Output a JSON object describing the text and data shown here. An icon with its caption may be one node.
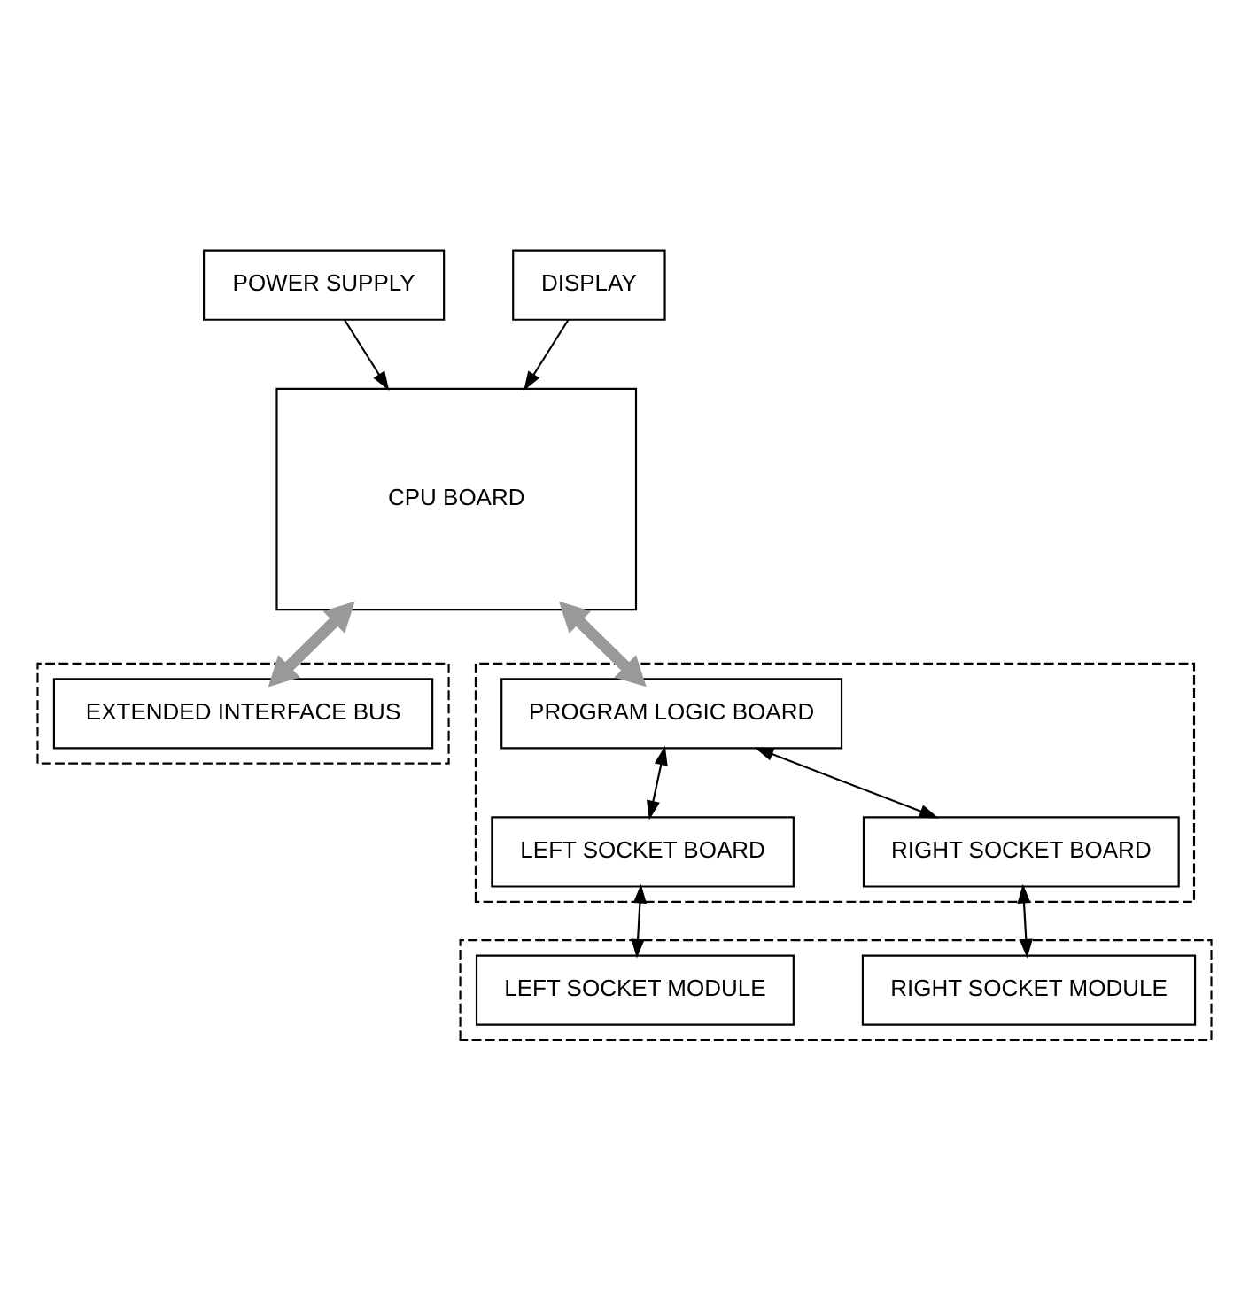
{
  "diagram": {
    "nodes": [
      {
        "text": [
          "POWER SUPPLY"
        ]
      },
      {
        "text": [
          "DISPLAY"
        ]
      },
      {
        "text": [
          "CPU BOARD"
        ]
      },
      {
        "text": [],
        "shape": "box"
      },
      {
        "text": [
          "EXTENDED INTERFACE BUS"
        ],
        "in": 3
      },
      {
        "text": [],
        "shape": "box"
      },
      {
        "text": [
          "PROGRAM LOGIC BOARD"
        ],
        "in": 5
      },
      {
        "text": [
          "LEFT SOCKET BOARD"
        ],
        "in": 5
      },
      {
        "text": [
          "RIGHT SOCKET BOARD"
        ],
        "in": 5
      },
      {
        "text": [],
        "shape": "box"
      },
      {
        "text": [
          "LEFT SOCKET MODULE"
        ],
        "in": 9
      },
      {
        "text": [
          "RIGHT SOCKET MODULE"
        ],
        "in": 9
      }
    ],
    "edges": [
      {
        "from": 0,
        "to": 2,
        "arrow": "to"
      },
      {
        "from": 1,
        "to": 2,
        "arrow": "to"
      },
      {
        "from": 2,
        "to": 4,
        "arrow": "both",
        "style": "thick",
        "color": "#999999"
      },
      {
        "from": 2,
        "to": 6,
        "arrow": "both",
        "style": "thick",
        "color": "#999999"
      },
      {
        "from": 6,
        "to": 7,
        "arrow": "both"
      },
      {
        "from": 6,
        "to": 8,
        "arrow": "both"
      },
      {
        "from": 7,
        "to": 10,
        "arrow": "both"
      },
      {
        "from": 8,
        "to": 11,
        "arrow": "both"
      }
    ]
  }
}
